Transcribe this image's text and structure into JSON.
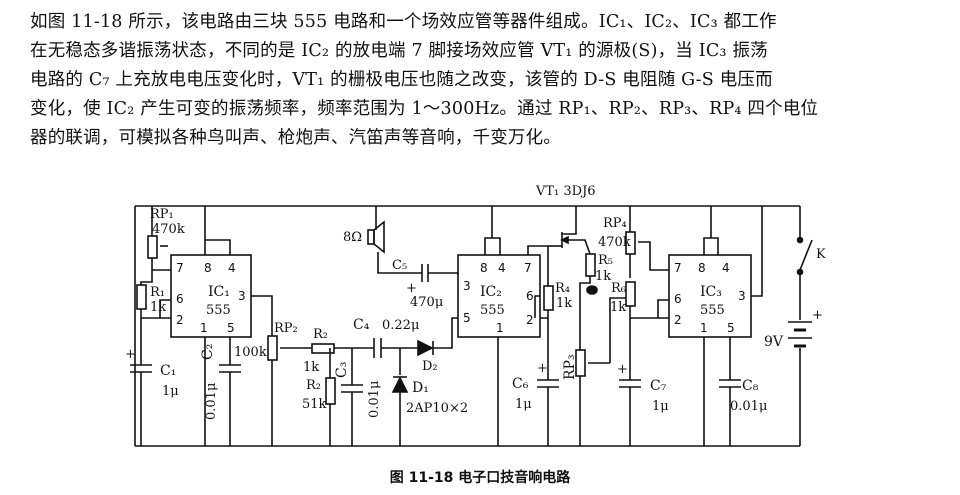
{
  "text": {
    "lines": [
      "如图 11-18 所示，该电路由三块 555 电路和一个场效应管等器件组成。IC₁、IC₂、IC₃ 都工作",
      "在无稳态多谐振荡状态，不同的是 IC₂ 的放电端 7 脚接场效应管 VT₁ 的源极(S)，当 IC₃ 振荡",
      "电路的 C₇ 上充放电电压变化时，VT₁ 的栅极电压也随之改变，该管的 D-S 电阻随 G-S 电压而",
      "变化，使 IC₂ 产生可变的振荡频率，频率范围为 1～300Hz。通过 RP₁、RP₂、RP₃、RP₄ 四个电位",
      "器的联调，可模拟各种鸟叫声、枪炮声、汽笛声等音响，千变万化。"
    ]
  },
  "circuit": {
    "rp1": "RP₁",
    "rp1_val": "470k",
    "r1": "R₁",
    "r1_val": "1k",
    "ic1": "IC₁",
    "ic1_type": "555",
    "ic1_pins": [
      "7",
      "8",
      "4",
      "6",
      "3",
      "2",
      "1",
      "5"
    ],
    "c1": "C₁",
    "c1_val": "1μ",
    "c2": "C₂",
    "c2_val": "0.01μ",
    "rp2": "RP₂",
    "rp2_val": "100k",
    "r2a": "R₂",
    "r2a_val": "1k",
    "r2b": "R₂",
    "r2b_val": "51k",
    "c3": "C₃",
    "c3_val": "0.01μ",
    "c4": "C₄",
    "c4_val": "0.22μ",
    "d1": "D₁",
    "d_val": "2AP10×2",
    "d2": "D₂",
    "speaker": "8Ω",
    "c5": "C₅",
    "c5_val": "470μ",
    "ic2": "IC₂",
    "ic2_type": "555",
    "ic2_pins": [
      "8",
      "4",
      "7",
      "3",
      "6",
      "5",
      "2",
      "1"
    ],
    "r4": "R₄",
    "r4_val": "1k",
    "c6": "C₆",
    "c6_val": "1μ",
    "vt1": "VT₁  3DJ6",
    "r5": "R₅",
    "r5_val": "1k",
    "rp3": "RP₃",
    "rp4": "RP₄",
    "rp4_val": "470k",
    "r6": "R₆",
    "r6_val": "1k",
    "ic3": "IC₃",
    "ic3_type": "555",
    "ic3_pins": [
      "7",
      "8",
      "4",
      "6",
      "3",
      "2",
      "1",
      "5"
    ],
    "c7": "C₇",
    "c7_val": "1μ",
    "c8": "C₈",
    "c8_val": "0.01μ",
    "switch": "K",
    "battery": "9V",
    "plus": "+"
  },
  "caption": "图 11-18    电子口技音响电路"
}
